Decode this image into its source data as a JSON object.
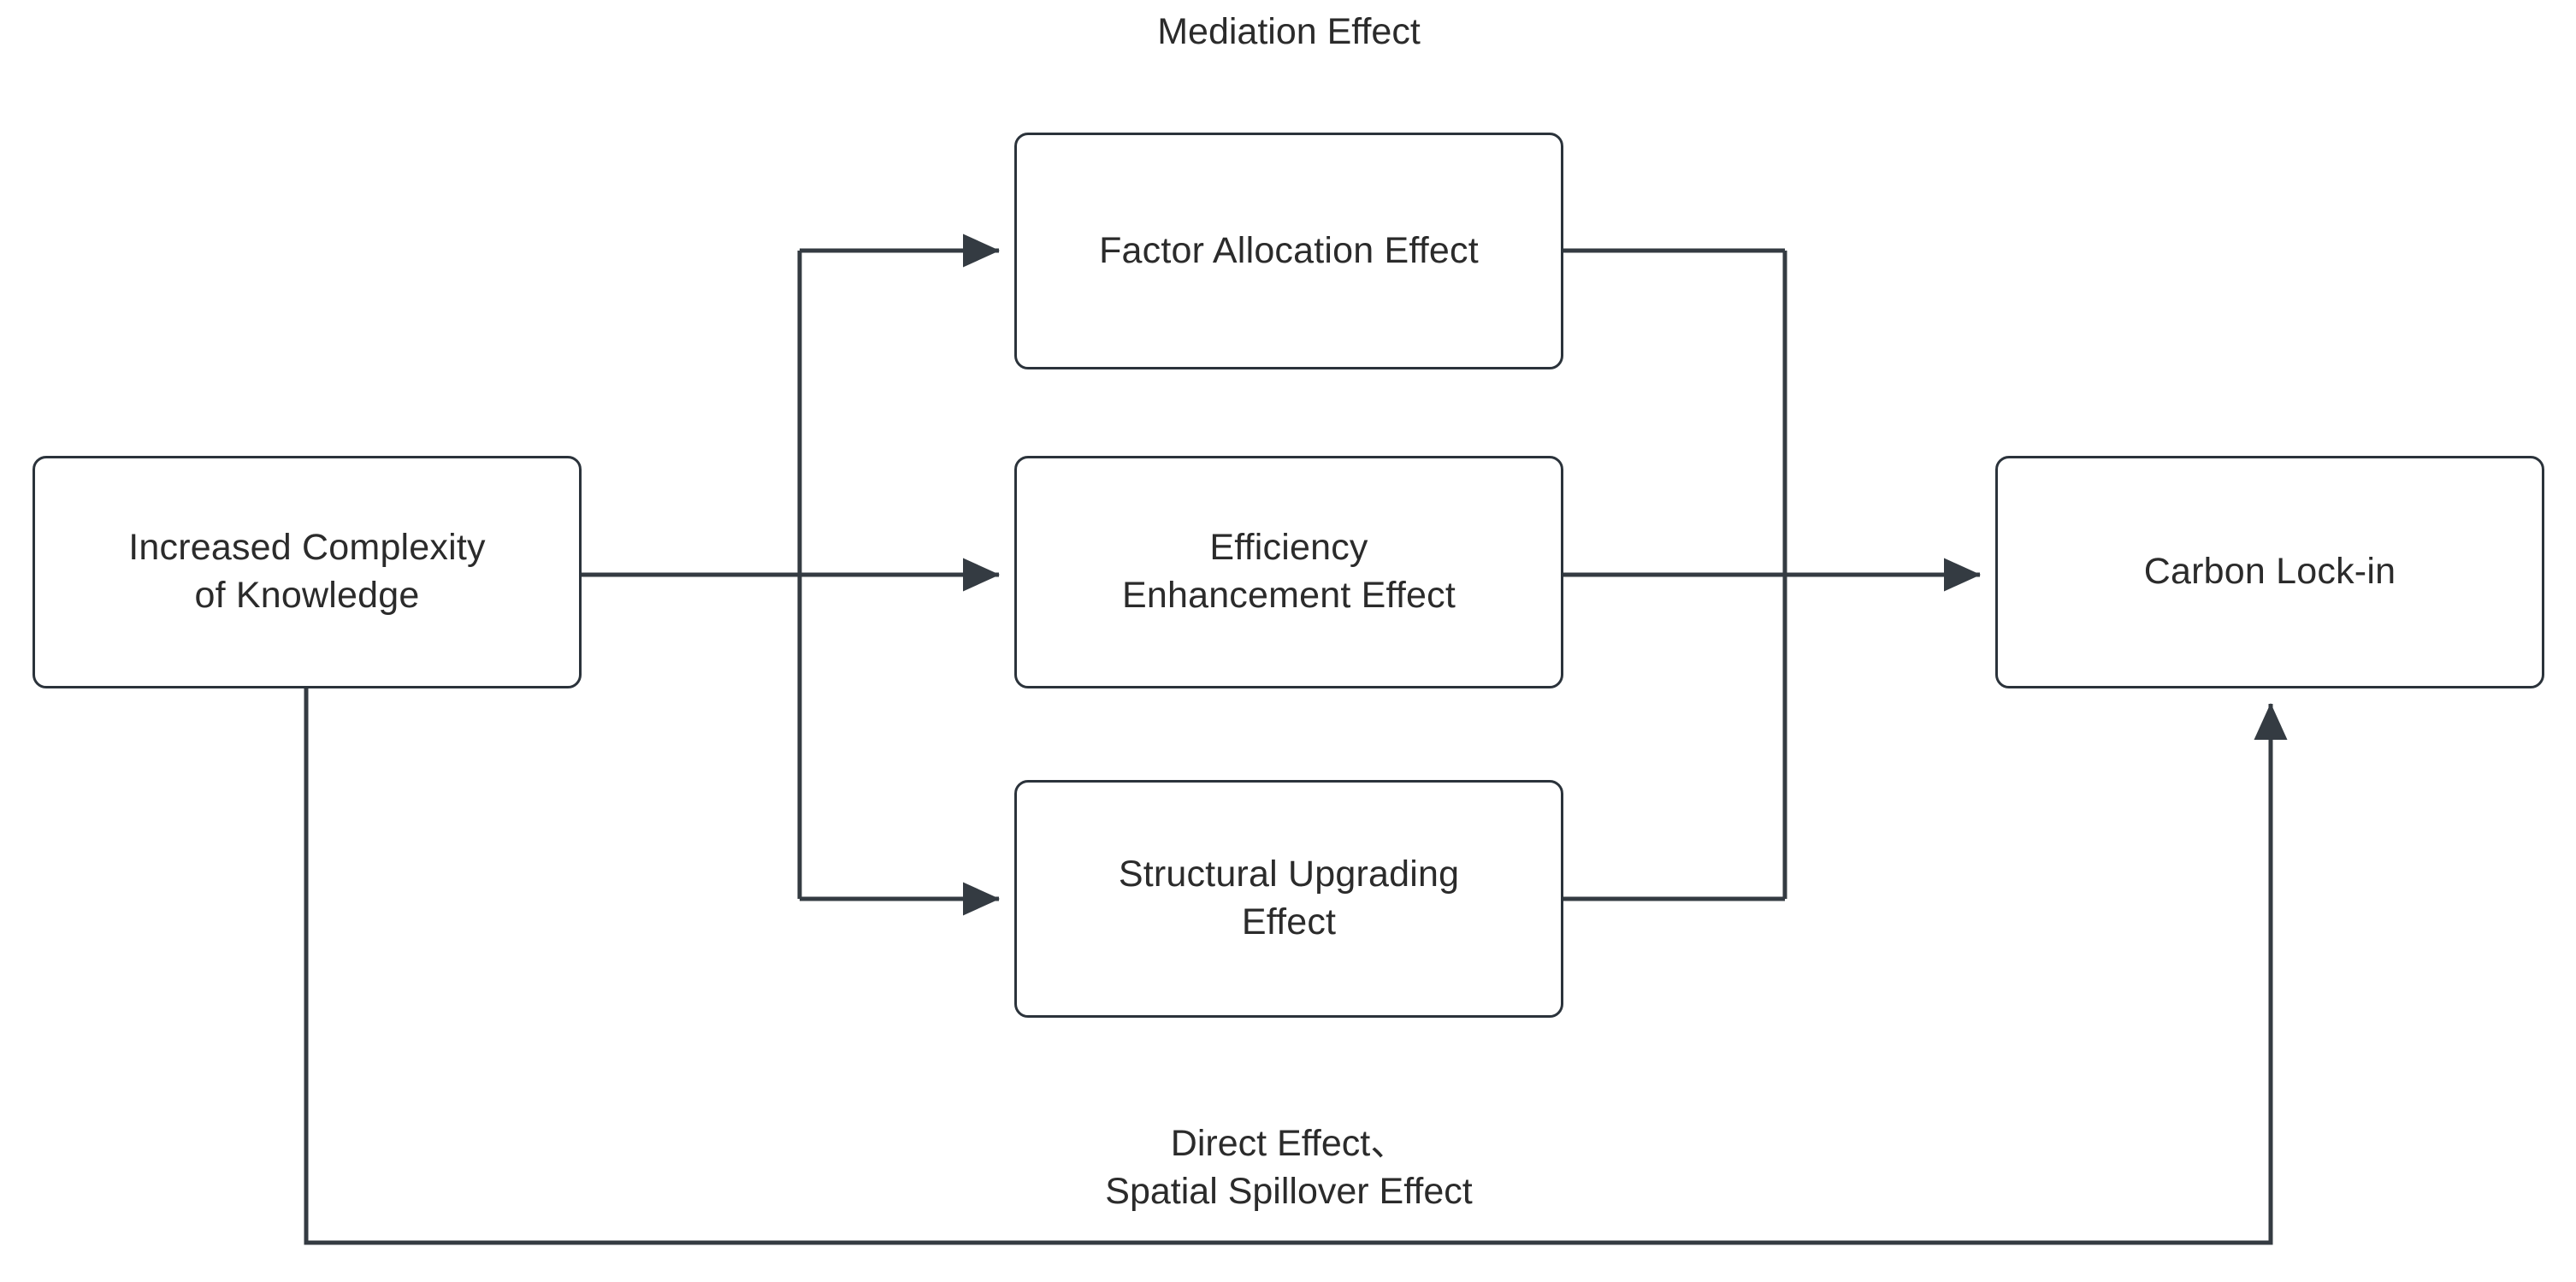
{
  "diagram": {
    "title": "Mediation Effect",
    "background_color": "#ffffff",
    "stroke_color": "#2b333b",
    "text_color": "#2b2b2b"
  },
  "nodes": {
    "source": {
      "label": "Increased Complexity\nof Knowledge"
    },
    "factor_allocation": {
      "label": "Factor Allocation Effect"
    },
    "efficiency_enhancement": {
      "label": "Efficiency\nEnhancement Effect"
    },
    "structural_upgrading": {
      "label": "Structural Upgrading\nEffect"
    },
    "carbon_lock_in": {
      "label": "Carbon Lock-in"
    }
  },
  "edges": {
    "direct_effect_caption": "Direct Effect、\nSpatial Spillover Effect"
  }
}
